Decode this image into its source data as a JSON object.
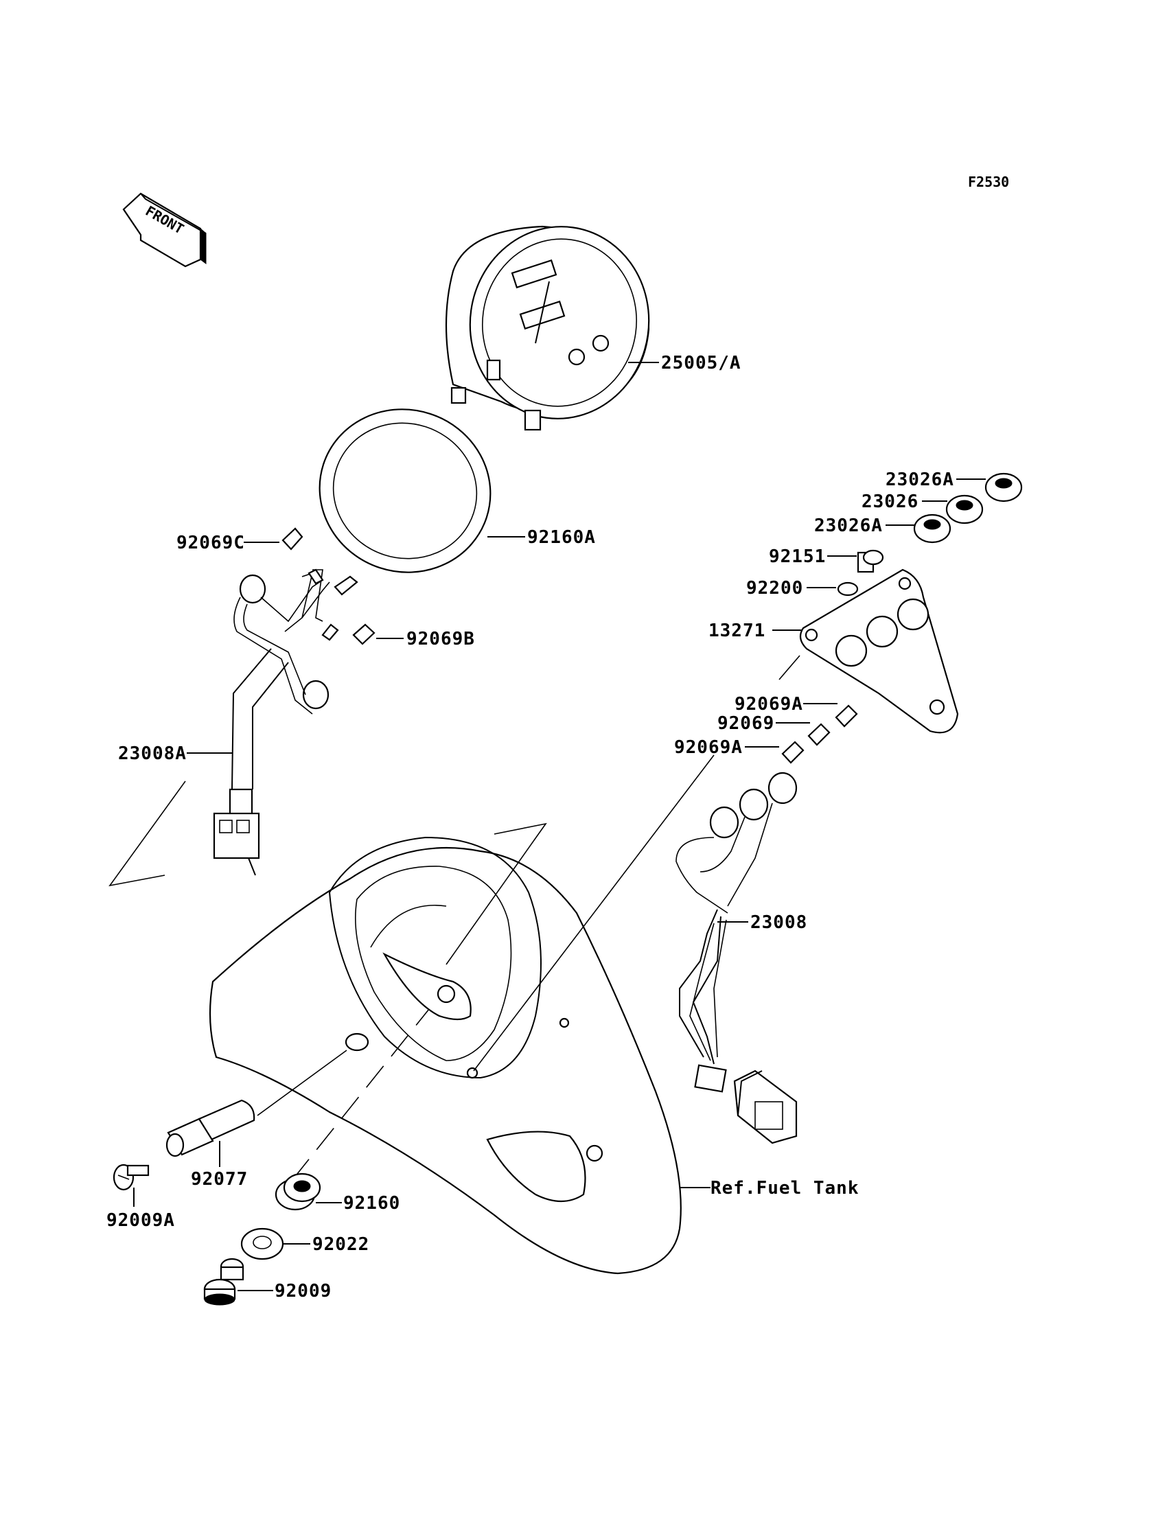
{
  "figure_code": "F2530",
  "front_label": "FRONT",
  "labels": {
    "p25005A": "25005/A",
    "p23026A_top": "23026A",
    "p23026": "23026",
    "p23026A_bottom": "23026A",
    "p92160A": "92160A",
    "p92069C": "92069C",
    "p92151": "92151",
    "p92200": "92200",
    "p13271": "13271",
    "p92069B": "92069B",
    "p92069A_top": "92069A",
    "p92069": "92069",
    "p92069A_bottom": "92069A",
    "p23008A": "23008A",
    "p23008": "23008",
    "p92077": "92077",
    "p92009A": "92009A",
    "p92160": "92160",
    "p92022": "92022",
    "p92009": "92009",
    "ref_fuel_tank": "Ref.Fuel Tank"
  }
}
